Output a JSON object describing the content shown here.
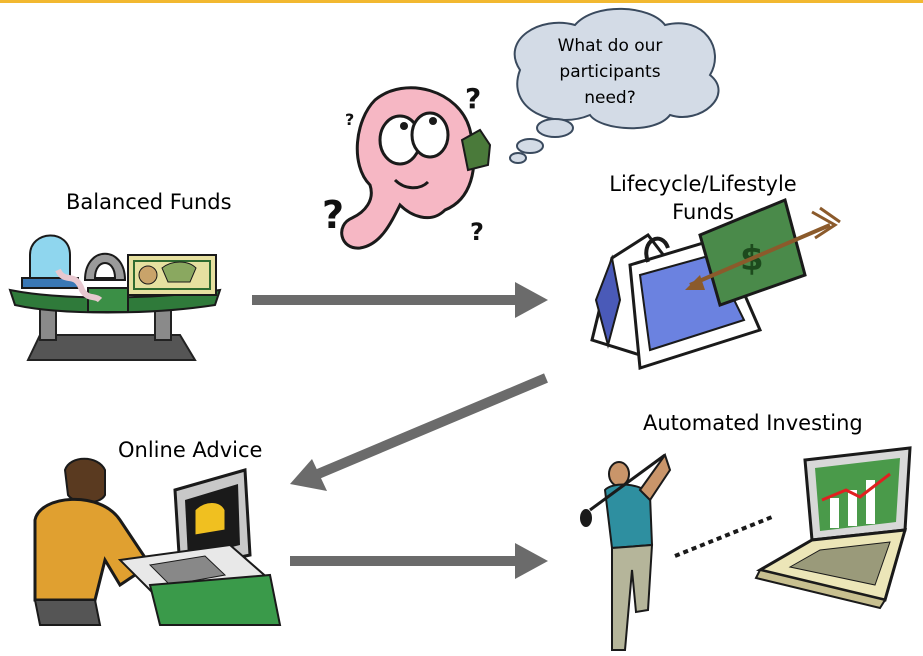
{
  "thought_bubble": {
    "line1": "What do our",
    "line2": "participants",
    "line3": "need?"
  },
  "stages": {
    "balanced": "Balanced Funds",
    "lifecycle_line1": "Lifecycle/Lifestyle",
    "lifecycle_line2": "Funds",
    "online_advice": "Online Advice",
    "automated": "Automated Investing"
  },
  "question_mark": "?",
  "dollar_sign": "$",
  "colors": {
    "top_rule": "#f2b830",
    "arrow": "#6b6b6b",
    "bubble_fill": "#d3dbe6",
    "bubble_stroke": "#3a4a5e"
  }
}
